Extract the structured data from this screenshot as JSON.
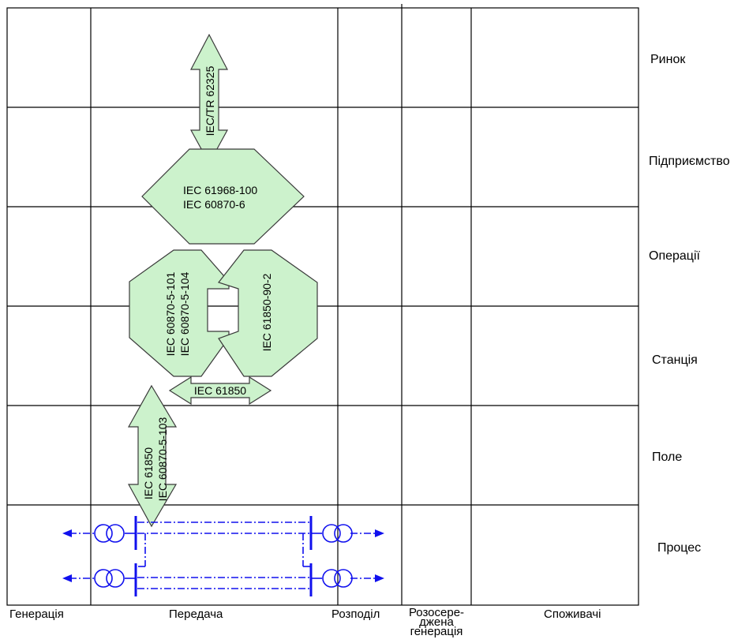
{
  "rows": {
    "market": "Ринок",
    "enterprise": "Підприємство",
    "operations": "Операції",
    "station": "Станція",
    "field": "Поле",
    "process": "Процес"
  },
  "columns": {
    "generation": "Генерація",
    "transmission": "Передача",
    "distribution": "Розподіл",
    "der_line1": "Розосере-",
    "der_line2": "джена",
    "der_line3": "генерація",
    "consumers": "Споживачі"
  },
  "standards": {
    "iec_tr_62325": "IEC/TR 62325",
    "iec_61968_100": "IEC 61968-100",
    "iec_60870_6": "IEC 60870-6",
    "iec_60870_5_101": "IEC 60870-5-101",
    "iec_60870_5_104": "IEC 60870-5-104",
    "iec_61850_90_2": "IEC 61850-90-2",
    "iec_61850_station": "IEC 61850",
    "iec_61850_field": "IEC 61850",
    "iec_60870_5_103": "IEC 60870-5-103"
  },
  "colors": {
    "arrow_fill": "#ccf2cc",
    "arrow_stroke": "#3a3a3a",
    "grid_line": "#000000",
    "process_symbol": "#1010ee"
  }
}
